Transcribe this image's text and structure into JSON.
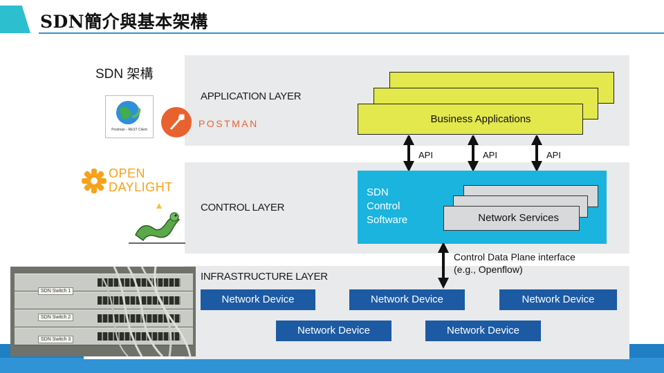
{
  "header": {
    "title": "SDN簡介與基本架構",
    "accent_color": "#2bbfd0",
    "rule_color": "#3a8fd0"
  },
  "diagram": {
    "heading": "SDN 架構",
    "layers": {
      "application": "APPLICATION LAYER",
      "control": "CONTROL LAYER",
      "infrastructure": "INFRASTRUCTURE LAYER"
    },
    "business_applications": "Business Applications",
    "api_labels": [
      "API",
      "API",
      "API"
    ],
    "sdn_control_software": [
      "SDN",
      "Control",
      "Software"
    ],
    "network_services": "Network Services",
    "control_data_plane": [
      "Control Data Plane interface",
      "(e.g., Openflow)"
    ],
    "network_devices": [
      "Network Device",
      "Network Device",
      "Network Device",
      "Network Device",
      "Network Device"
    ]
  },
  "logos": {
    "postman_rest_caption": "Postman - REST Client",
    "postman_word": "POSTMAN",
    "opendaylight_top": "OPEN",
    "opendaylight_bottom": "DAYLIGHT",
    "postman_color": "#e86230",
    "opendaylight_color": "#f7a21b"
  },
  "photo": {
    "switch_labels": [
      "SDN Switch 1",
      "SDN Switch 2",
      "SDN Switch 3"
    ]
  },
  "colors": {
    "business_app_fill": "#e3e84d",
    "sdn_control_fill": "#1ab4df",
    "network_device_fill": "#1c5aa3",
    "layer_bg": "#e9eaec",
    "bottom_band": "#1f7fc4"
  }
}
